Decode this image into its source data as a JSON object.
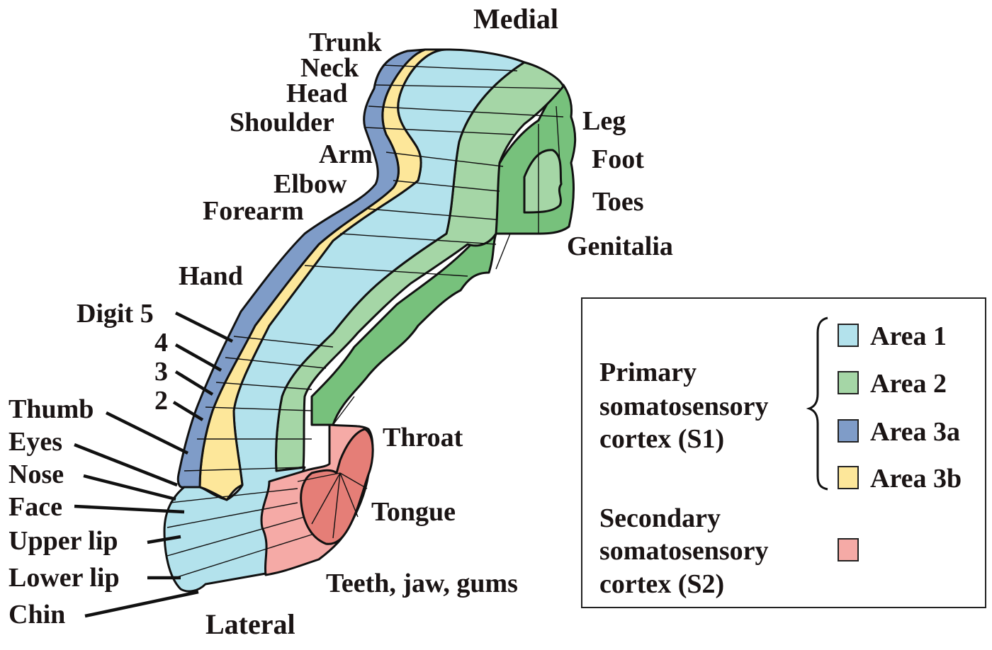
{
  "orientation": {
    "top": "Medial",
    "bottom": "Lateral"
  },
  "colors": {
    "area1": "#b3e2ec",
    "area2": "#a5d6a6",
    "area2_dark": "#77c17c",
    "area3a": "#7f9cc8",
    "area3b": "#fde79a",
    "s2": "#f5aaa6",
    "s2_dark": "#e57e77"
  },
  "body_part_labels": {
    "left_upper": [
      "Trunk",
      "Neck",
      "Head",
      "Shoulder",
      "Arm",
      "Elbow",
      "Forearm",
      "Hand"
    ],
    "digits": [
      "Digit 5",
      "4",
      "3",
      "2"
    ],
    "left_lower": [
      "Thumb",
      "Eyes",
      "Nose",
      "Face",
      "Upper lip",
      "Lower lip",
      "Chin"
    ],
    "right_upper": [
      "Leg",
      "Foot",
      "Toes",
      "Genitalia"
    ],
    "right_lower": [
      "Throat",
      "Tongue",
      "Teeth, jaw, gums"
    ]
  },
  "legend": {
    "primary": {
      "label_lines": [
        "Primary",
        "somatosensory",
        "cortex (S1)"
      ],
      "items": [
        {
          "label": "Area 1",
          "color": "#b3e2ec"
        },
        {
          "label": "Area 2",
          "color": "#a5d6a6"
        },
        {
          "label": "Area 3a",
          "color": "#7f9cc8"
        },
        {
          "label": "Area 3b",
          "color": "#fde79a"
        }
      ]
    },
    "secondary": {
      "label_lines": [
        "Secondary",
        "somatosensory",
        "cortex (S2)"
      ],
      "color": "#f5aaa6"
    }
  }
}
